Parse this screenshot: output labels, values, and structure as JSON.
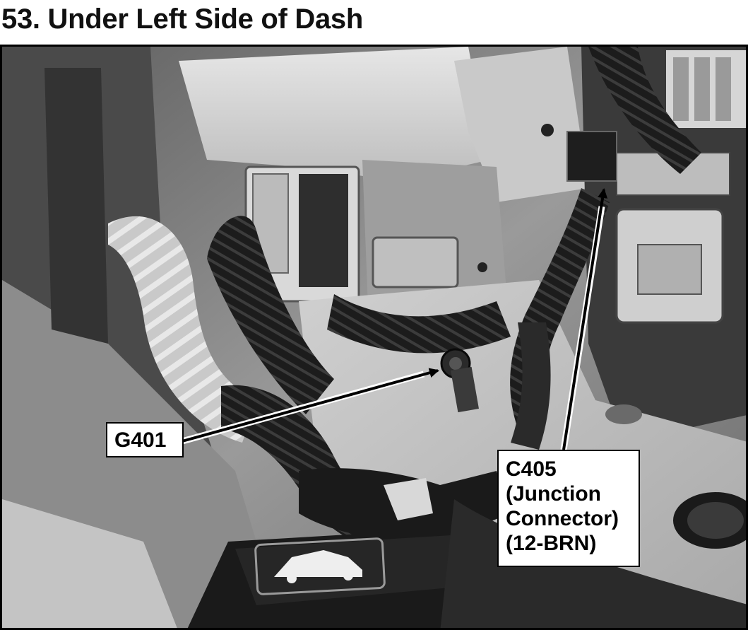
{
  "page": {
    "title": "53. Under Left Side of Dash"
  },
  "labels": {
    "g401": {
      "text": "G401"
    },
    "c405": {
      "lines": [
        "C405",
        "(Junction",
        "Connector)",
        "(12-BRN)"
      ]
    }
  },
  "colors": {
    "frame": "#000000",
    "label_background": "#ffffff",
    "leader": "#000000"
  }
}
